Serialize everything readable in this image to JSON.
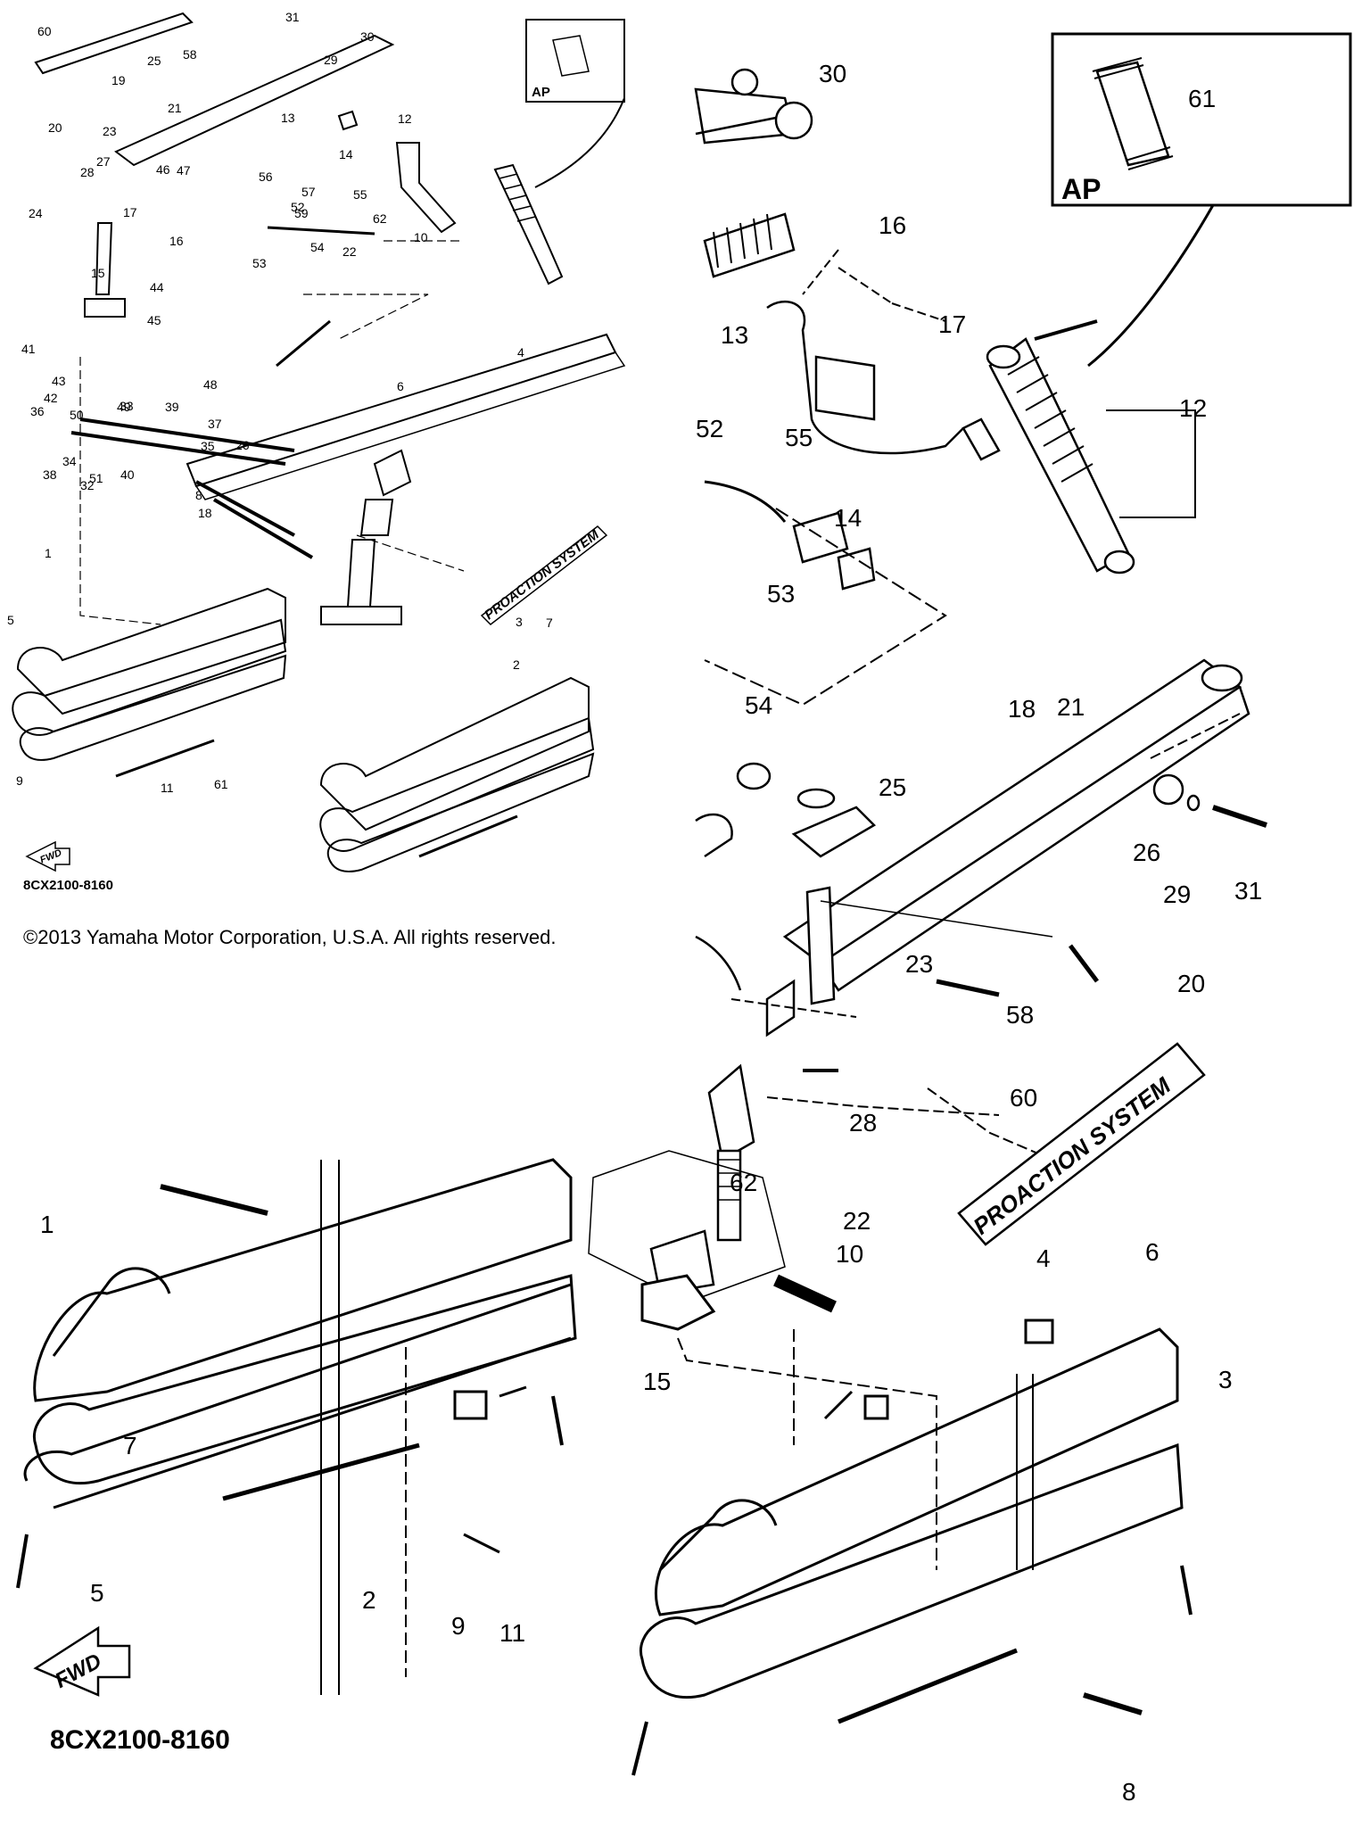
{
  "copyright": "©2013 Yamaha Motor Corporation, U.S.A. All rights reserved.",
  "diagram_code": "8CX2100-8160",
  "fwd_label": "FWD",
  "ap_label": "AP",
  "badge_text": "PROACTION SYSTEM",
  "small_labels": [
    {
      "id": "60",
      "t": "60"
    },
    {
      "id": "58",
      "t": "58"
    },
    {
      "id": "31",
      "t": "31"
    },
    {
      "id": "30",
      "t": "30"
    },
    {
      "id": "29",
      "t": "29"
    },
    {
      "id": "25",
      "t": "25"
    },
    {
      "id": "19",
      "t": "19"
    },
    {
      "id": "21",
      "t": "21"
    },
    {
      "id": "20",
      "t": "20"
    },
    {
      "id": "23",
      "t": "23"
    },
    {
      "id": "27",
      "t": "27"
    },
    {
      "id": "47",
      "t": "47"
    },
    {
      "id": "28",
      "t": "28"
    },
    {
      "id": "46",
      "t": "46"
    },
    {
      "id": "24",
      "t": "24"
    },
    {
      "id": "17",
      "t": "17"
    },
    {
      "id": "16",
      "t": "16"
    },
    {
      "id": "13",
      "t": "13"
    },
    {
      "id": "12",
      "t": "12"
    },
    {
      "id": "14",
      "t": "14"
    },
    {
      "id": "57",
      "t": "57"
    },
    {
      "id": "59",
      "t": "59"
    },
    {
      "id": "56",
      "t": "56"
    },
    {
      "id": "55",
      "t": "55"
    },
    {
      "id": "52",
      "t": "52"
    },
    {
      "id": "53",
      "t": "53"
    },
    {
      "id": "54",
      "t": "54"
    },
    {
      "id": "22",
      "t": "22"
    },
    {
      "id": "62",
      "t": "62"
    },
    {
      "id": "10",
      "t": "10"
    },
    {
      "id": "15",
      "t": "15"
    },
    {
      "id": "44",
      "t": "44"
    },
    {
      "id": "45",
      "t": "45"
    },
    {
      "id": "41",
      "t": "41"
    },
    {
      "id": "43",
      "t": "43"
    },
    {
      "id": "42",
      "t": "42"
    },
    {
      "id": "36",
      "t": "36"
    },
    {
      "id": "49",
      "t": "49"
    },
    {
      "id": "50",
      "t": "50"
    },
    {
      "id": "38",
      "t": "38"
    },
    {
      "id": "40",
      "t": "40"
    },
    {
      "id": "51",
      "t": "51"
    },
    {
      "id": "39",
      "t": "39"
    },
    {
      "id": "33",
      "t": "33"
    },
    {
      "id": "48",
      "t": "48"
    },
    {
      "id": "35",
      "t": "35"
    },
    {
      "id": "37",
      "t": "37"
    },
    {
      "id": "34",
      "t": "34"
    },
    {
      "id": "32",
      "t": "32"
    },
    {
      "id": "26",
      "t": "26"
    },
    {
      "id": "18",
      "t": "18"
    },
    {
      "id": "8",
      "t": "8"
    },
    {
      "id": "4",
      "t": "4"
    },
    {
      "id": "6",
      "t": "6"
    },
    {
      "id": "1",
      "t": "1"
    },
    {
      "id": "3",
      "t": "3"
    },
    {
      "id": "7",
      "t": "7"
    },
    {
      "id": "5",
      "t": "5"
    },
    {
      "id": "2",
      "t": "2"
    },
    {
      "id": "9",
      "t": "9"
    },
    {
      "id": "11",
      "t": "11"
    },
    {
      "id": "61",
      "t": "61"
    }
  ],
  "large_labels": [
    {
      "id": "30",
      "t": "30"
    },
    {
      "id": "61",
      "t": "61"
    },
    {
      "id": "16",
      "t": "16"
    },
    {
      "id": "17",
      "t": "17"
    },
    {
      "id": "13",
      "t": "13"
    },
    {
      "id": "12",
      "t": "12"
    },
    {
      "id": "14",
      "t": "14"
    },
    {
      "id": "52",
      "t": "52"
    },
    {
      "id": "55",
      "t": "55"
    },
    {
      "id": "53",
      "t": "53"
    },
    {
      "id": "54",
      "t": "54"
    },
    {
      "id": "21",
      "t": "21"
    },
    {
      "id": "25",
      "t": "25"
    },
    {
      "id": "18",
      "t": "18"
    },
    {
      "id": "26",
      "t": "26"
    },
    {
      "id": "29",
      "t": "29"
    },
    {
      "id": "31",
      "t": "31"
    },
    {
      "id": "20",
      "t": "20"
    },
    {
      "id": "23",
      "t": "23"
    },
    {
      "id": "58",
      "t": "58"
    },
    {
      "id": "28",
      "t": "28"
    },
    {
      "id": "60",
      "t": "60"
    },
    {
      "id": "22",
      "t": "22"
    },
    {
      "id": "62",
      "t": "62"
    },
    {
      "id": "10",
      "t": "10"
    },
    {
      "id": "15",
      "t": "15"
    },
    {
      "id": "4",
      "t": "4"
    },
    {
      "id": "6",
      "t": "6"
    },
    {
      "id": "3",
      "t": "3"
    },
    {
      "id": "1",
      "t": "1"
    },
    {
      "id": "7",
      "t": "7"
    },
    {
      "id": "5",
      "t": "5"
    },
    {
      "id": "9",
      "t": "9"
    },
    {
      "id": "11",
      "t": "11"
    },
    {
      "id": "2",
      "t": "2"
    },
    {
      "id": "8",
      "t": "8"
    }
  ]
}
